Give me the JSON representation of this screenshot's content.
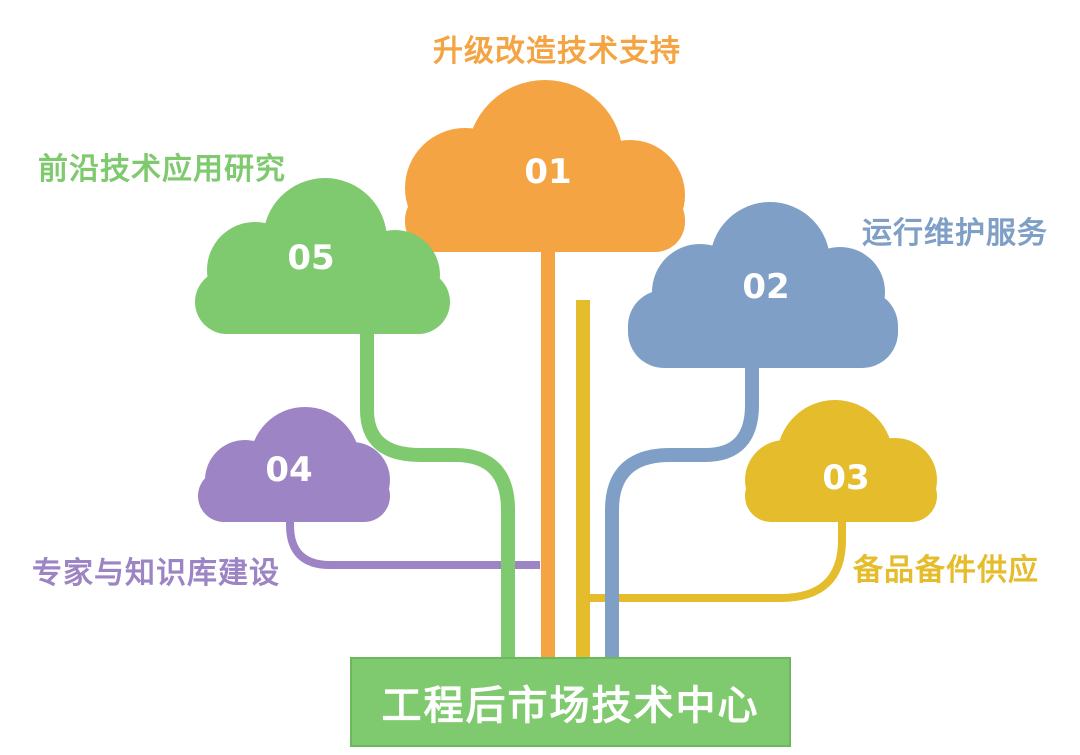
{
  "colors": {
    "orange": "#f4a443",
    "blue": "#7f9fc6",
    "yellow": "#e5bc2c",
    "purple": "#9d84c4",
    "green": "#7fc96f"
  },
  "center": {
    "label": "工程后市场技术中心"
  },
  "clouds": [
    {
      "id": "01",
      "number": "01",
      "label": "升级改造技术支持",
      "color": "#f4a443"
    },
    {
      "id": "02",
      "number": "02",
      "label": "运行维护服务",
      "color": "#7f9fc6"
    },
    {
      "id": "03",
      "number": "03",
      "label": "备品备件供应",
      "color": "#e5bc2c"
    },
    {
      "id": "04",
      "number": "04",
      "label": "专家与知识库建设",
      "color": "#9d84c4"
    },
    {
      "id": "05",
      "number": "05",
      "label": "前沿技术应用研究",
      "color": "#7fc96f"
    }
  ]
}
